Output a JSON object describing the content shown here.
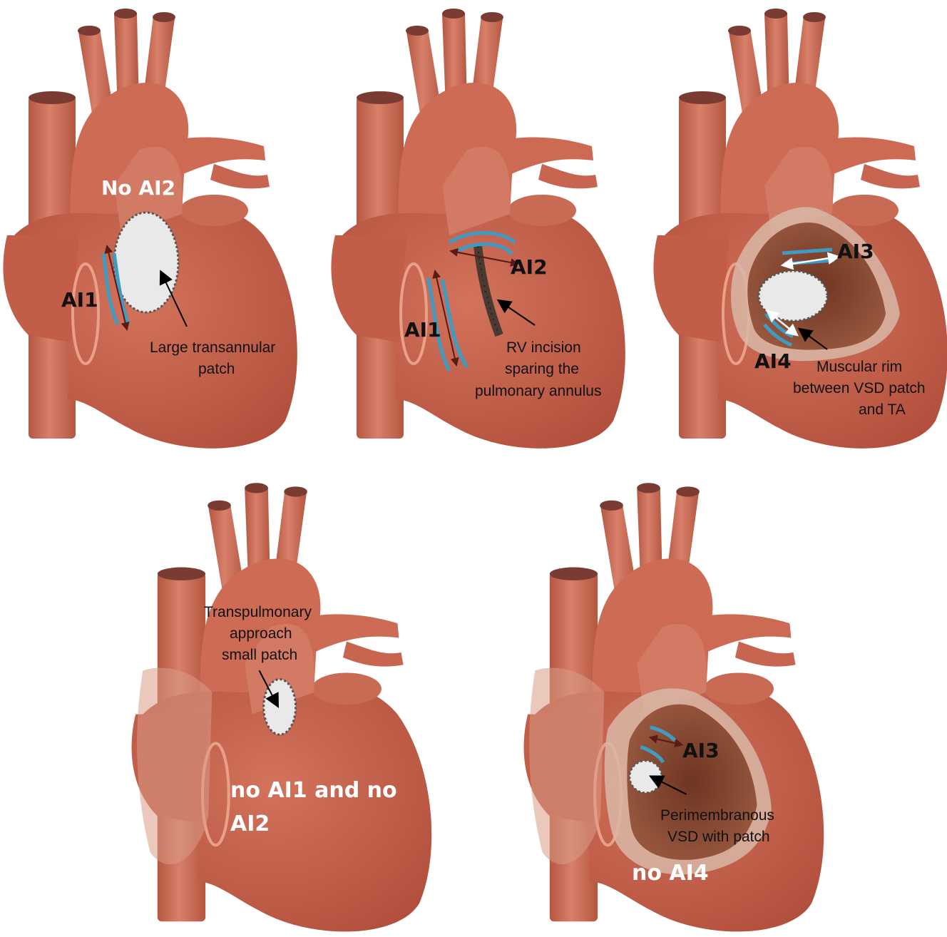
{
  "panels": [
    {
      "id": "p1",
      "labels": {
        "no_ai2": "No AI2",
        "ai1": "AI1",
        "callout_line1": "Large transannular",
        "callout_line2": "patch"
      }
    },
    {
      "id": "p2",
      "labels": {
        "ai2": "AI2",
        "ai1": "AI1",
        "callout_line1": "RV incision",
        "callout_line2": "sparing the",
        "callout_line3": "pulmonary annulus"
      }
    },
    {
      "id": "p3",
      "labels": {
        "ai3": "AI3",
        "ai4": "AI4",
        "callout_line1": "Muscular rim",
        "callout_line2": "between VSD patch",
        "callout_line3": "and TA"
      }
    },
    {
      "id": "p4",
      "labels": {
        "callout_line1": "Transpulmonary",
        "callout_line2": "approach",
        "callout_line3": "small patch",
        "note_line1": "no AI1 and no",
        "note_line2": "AI2"
      }
    },
    {
      "id": "p5",
      "labels": {
        "ai3": "AI3",
        "callout_line1": "Perimembranous",
        "callout_line2": "VSD with patch",
        "note": "no AI4"
      }
    }
  ],
  "colors": {
    "heart": "#c8614a",
    "heart_dark": "#a84a38",
    "vessel": "#cf6a52",
    "vessel_cap": "#7a3b33",
    "patch": "#e9e9ea",
    "suture": "#444444",
    "blue": "#3f9bc2",
    "annotation": "#000000",
    "white_text": "#ffffff"
  }
}
